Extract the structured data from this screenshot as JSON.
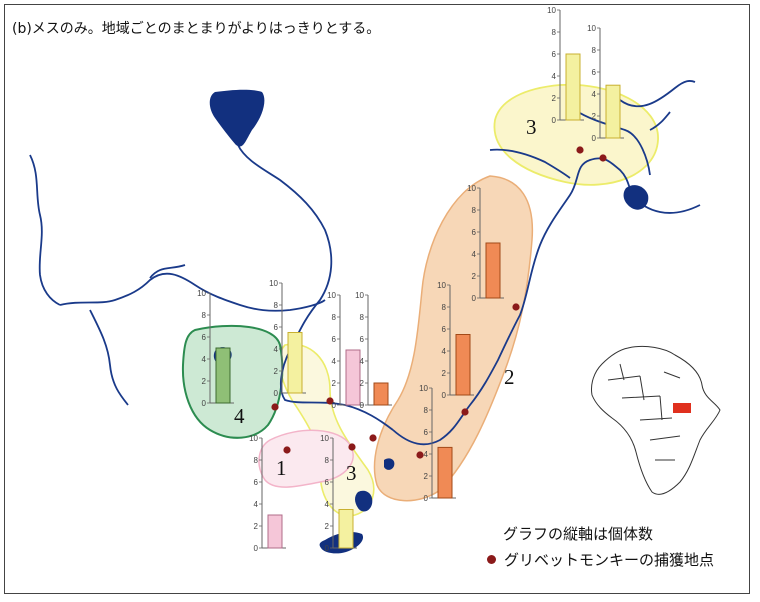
{
  "title": "(b)メスのみ。地域ごとのまとまりがよりはっきりとする。",
  "legend": {
    "axis_note": "グラフの縦軸は個体数",
    "point_note": "グリベットモンキーの捕獲地点",
    "point_color": "#8b1a1a"
  },
  "zones": [
    {
      "label": "1",
      "color": "#f3b4c9"
    },
    {
      "label": "2",
      "color": "#f0a35c"
    },
    {
      "label": "3",
      "color": "#ecec6a"
    },
    {
      "label": "3",
      "color": "#ecec6a"
    },
    {
      "label": "4",
      "color": "#2c8c50"
    }
  ],
  "chart_data": {
    "type": "bar",
    "ylim": [
      0,
      10
    ],
    "y_ticks": [
      "0",
      "2",
      "4",
      "6",
      "8",
      "10"
    ],
    "series": [
      {
        "group": "3",
        "values": [
          6,
          4.8
        ],
        "color": "#f4f1a0",
        "stroke": "#c8b030"
      },
      {
        "group": "2",
        "values": [
          5,
          5.5,
          4.6
        ],
        "color": "#f08a55",
        "stroke": "#a24a18"
      },
      {
        "group": "4",
        "values": [
          5
        ],
        "color": "#8fbf76",
        "stroke": "#3d6b30"
      },
      {
        "group": "3",
        "values": [
          5.5,
          3.5
        ],
        "color": "#f4f1a0",
        "stroke": "#c8b030"
      },
      {
        "group": "pink",
        "values": [
          3,
          5
        ],
        "color": "#f5c6d8",
        "stroke": "#b06c89"
      },
      {
        "group": "orange",
        "values": [
          2
        ],
        "color": "#f08a55",
        "stroke": "#a24a18"
      }
    ]
  },
  "colors": {
    "river": "#1a3a8a",
    "lake": "#12307f",
    "africa_outline": "#333333",
    "marker": "#e0301e"
  }
}
